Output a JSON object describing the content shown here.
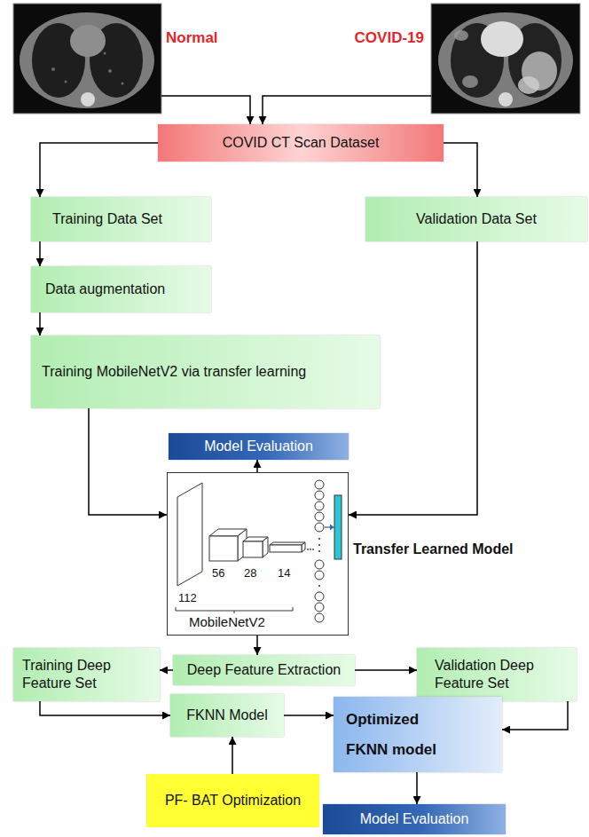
{
  "diagram": {
    "nodes": [
      {
        "text": [
          "Normal"
        ]
      },
      {
        "text": [
          "COVID-19"
        ]
      },
      {
        "text": [
          "COVID CT Scan Dataset"
        ]
      },
      {
        "text": [
          "Training Data Set"
        ]
      },
      {
        "text": [
          "Validation Data Set"
        ]
      },
      {
        "text": [
          "Data augmentation"
        ]
      },
      {
        "text": [
          "Training MobileNetV2 via transfer learning"
        ]
      },
      {
        "text": [
          "Model Evaluation"
        ]
      },
      {
        "text": [
          "Transfer Learned Model"
        ]
      },
      {
        "text": [
          "Deep Feature Extraction"
        ]
      },
      {
        "text": [
          "Training Deep Feature Set"
        ]
      },
      {
        "text": [
          "Validation Deep Feature Set"
        ]
      },
      {
        "text": [
          "FKNN Model"
        ]
      },
      {
        "text": [
          "Optimized FKNN model"
        ]
      },
      {
        "text": [
          "PF- BAT Optimization"
        ]
      },
      {
        "text": [
          "Model Evaluation"
        ]
      }
    ],
    "edges": [
      {
        "from": 0,
        "to": 2,
        "arrow": "to"
      },
      {
        "from": 1,
        "to": 2,
        "arrow": "to"
      },
      {
        "from": 2,
        "to": 3,
        "arrow": "to"
      },
      {
        "from": 2,
        "to": 4,
        "arrow": "to"
      },
      {
        "from": 3,
        "to": 5,
        "arrow": "to"
      },
      {
        "from": 5,
        "to": 6,
        "arrow": "to"
      },
      {
        "from": 6,
        "to": 8,
        "arrow": "to"
      },
      {
        "from": 4,
        "to": 8,
        "arrow": "to"
      },
      {
        "from": 8,
        "to": 7,
        "arrow": "to"
      },
      {
        "from": 8,
        "to": 9,
        "arrow": "to"
      },
      {
        "from": 9,
        "to": 10,
        "arrow": "to"
      },
      {
        "from": 9,
        "to": 11,
        "arrow": "to"
      },
      {
        "from": 10,
        "to": 12,
        "arrow": "to"
      },
      {
        "from": 11,
        "to": 13,
        "arrow": "to"
      },
      {
        "from": 12,
        "to": 13,
        "arrow": "to"
      },
      {
        "from": 14,
        "to": 12,
        "arrow": "to"
      },
      {
        "from": 13,
        "to": 15,
        "arrow": "to"
      }
    ],
    "labels": [
      "112",
      "56",
      "28",
      "14",
      "MobileNetV2"
    ]
  }
}
